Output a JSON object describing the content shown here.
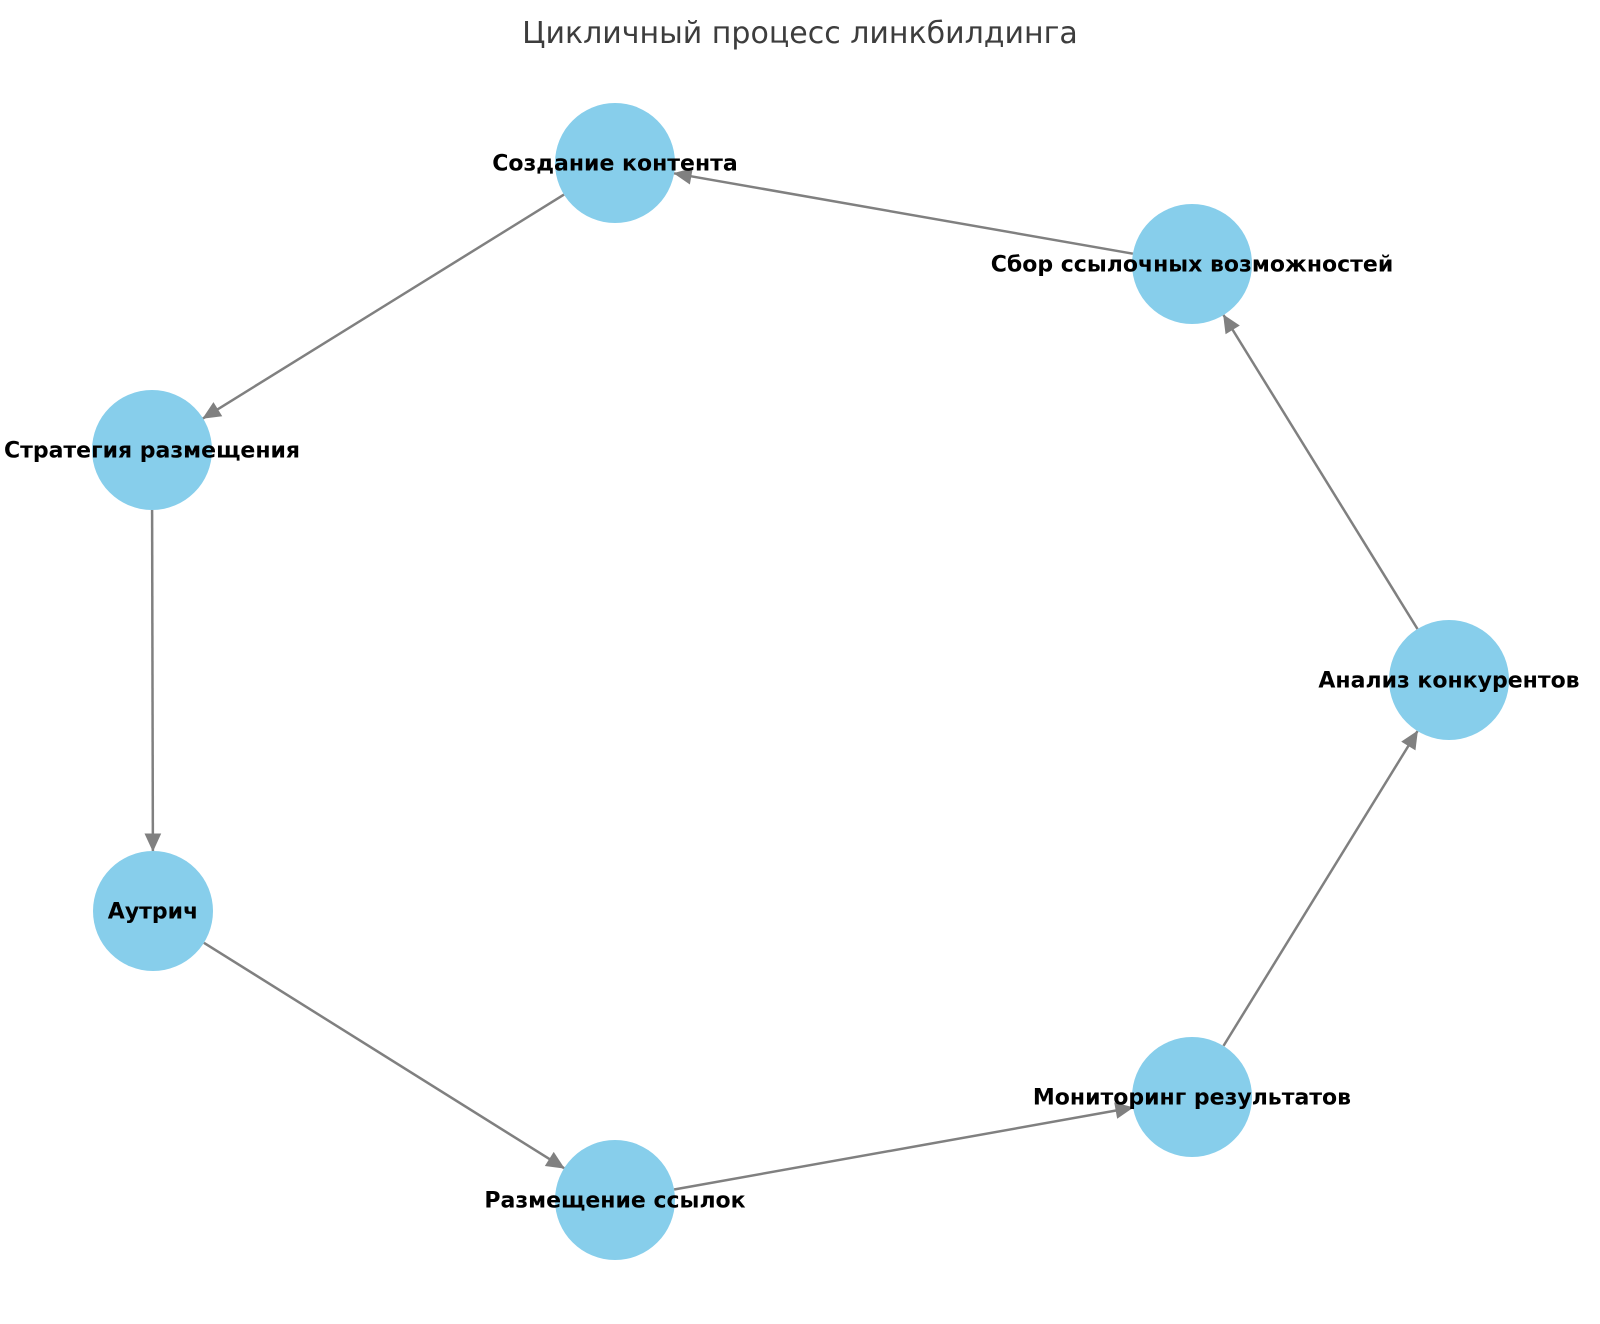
{
  "title": "Цикличный процесс линкбилдинга",
  "diagram": {
    "type": "directed-cycle-graph",
    "node_fill_color": "#87CEEB",
    "edge_color": "#808080",
    "label_color": "#000000",
    "title_color": "#3d3d3d",
    "nodes": [
      {
        "id": "content-creation",
        "label": "Создание контента"
      },
      {
        "id": "placement-strategy",
        "label": "Стратегия размещения"
      },
      {
        "id": "outreach",
        "label": "Аутрич"
      },
      {
        "id": "link-placement",
        "label": "Размещение ссылок"
      },
      {
        "id": "results-monitoring",
        "label": "Мониторинг результатов"
      },
      {
        "id": "competitor-analysis",
        "label": "Анализ конкурентов"
      },
      {
        "id": "link-opportunities",
        "label": "Сбор ссылочных возможностей"
      }
    ],
    "edges": [
      {
        "from": "Создание контента",
        "to": "Стратегия размещения"
      },
      {
        "from": "Стратегия размещения",
        "to": "Аутрич"
      },
      {
        "from": "Аутрич",
        "to": "Размещение ссылок"
      },
      {
        "from": "Размещение ссылок",
        "to": "Мониторинг результатов"
      },
      {
        "from": "Мониторинг результатов",
        "to": "Анализ конкурентов"
      },
      {
        "from": "Анализ конкурентов",
        "to": "Сбор ссылочных возможностей"
      },
      {
        "from": "Сбор ссылочных возможностей",
        "to": "Создание контента"
      }
    ]
  }
}
